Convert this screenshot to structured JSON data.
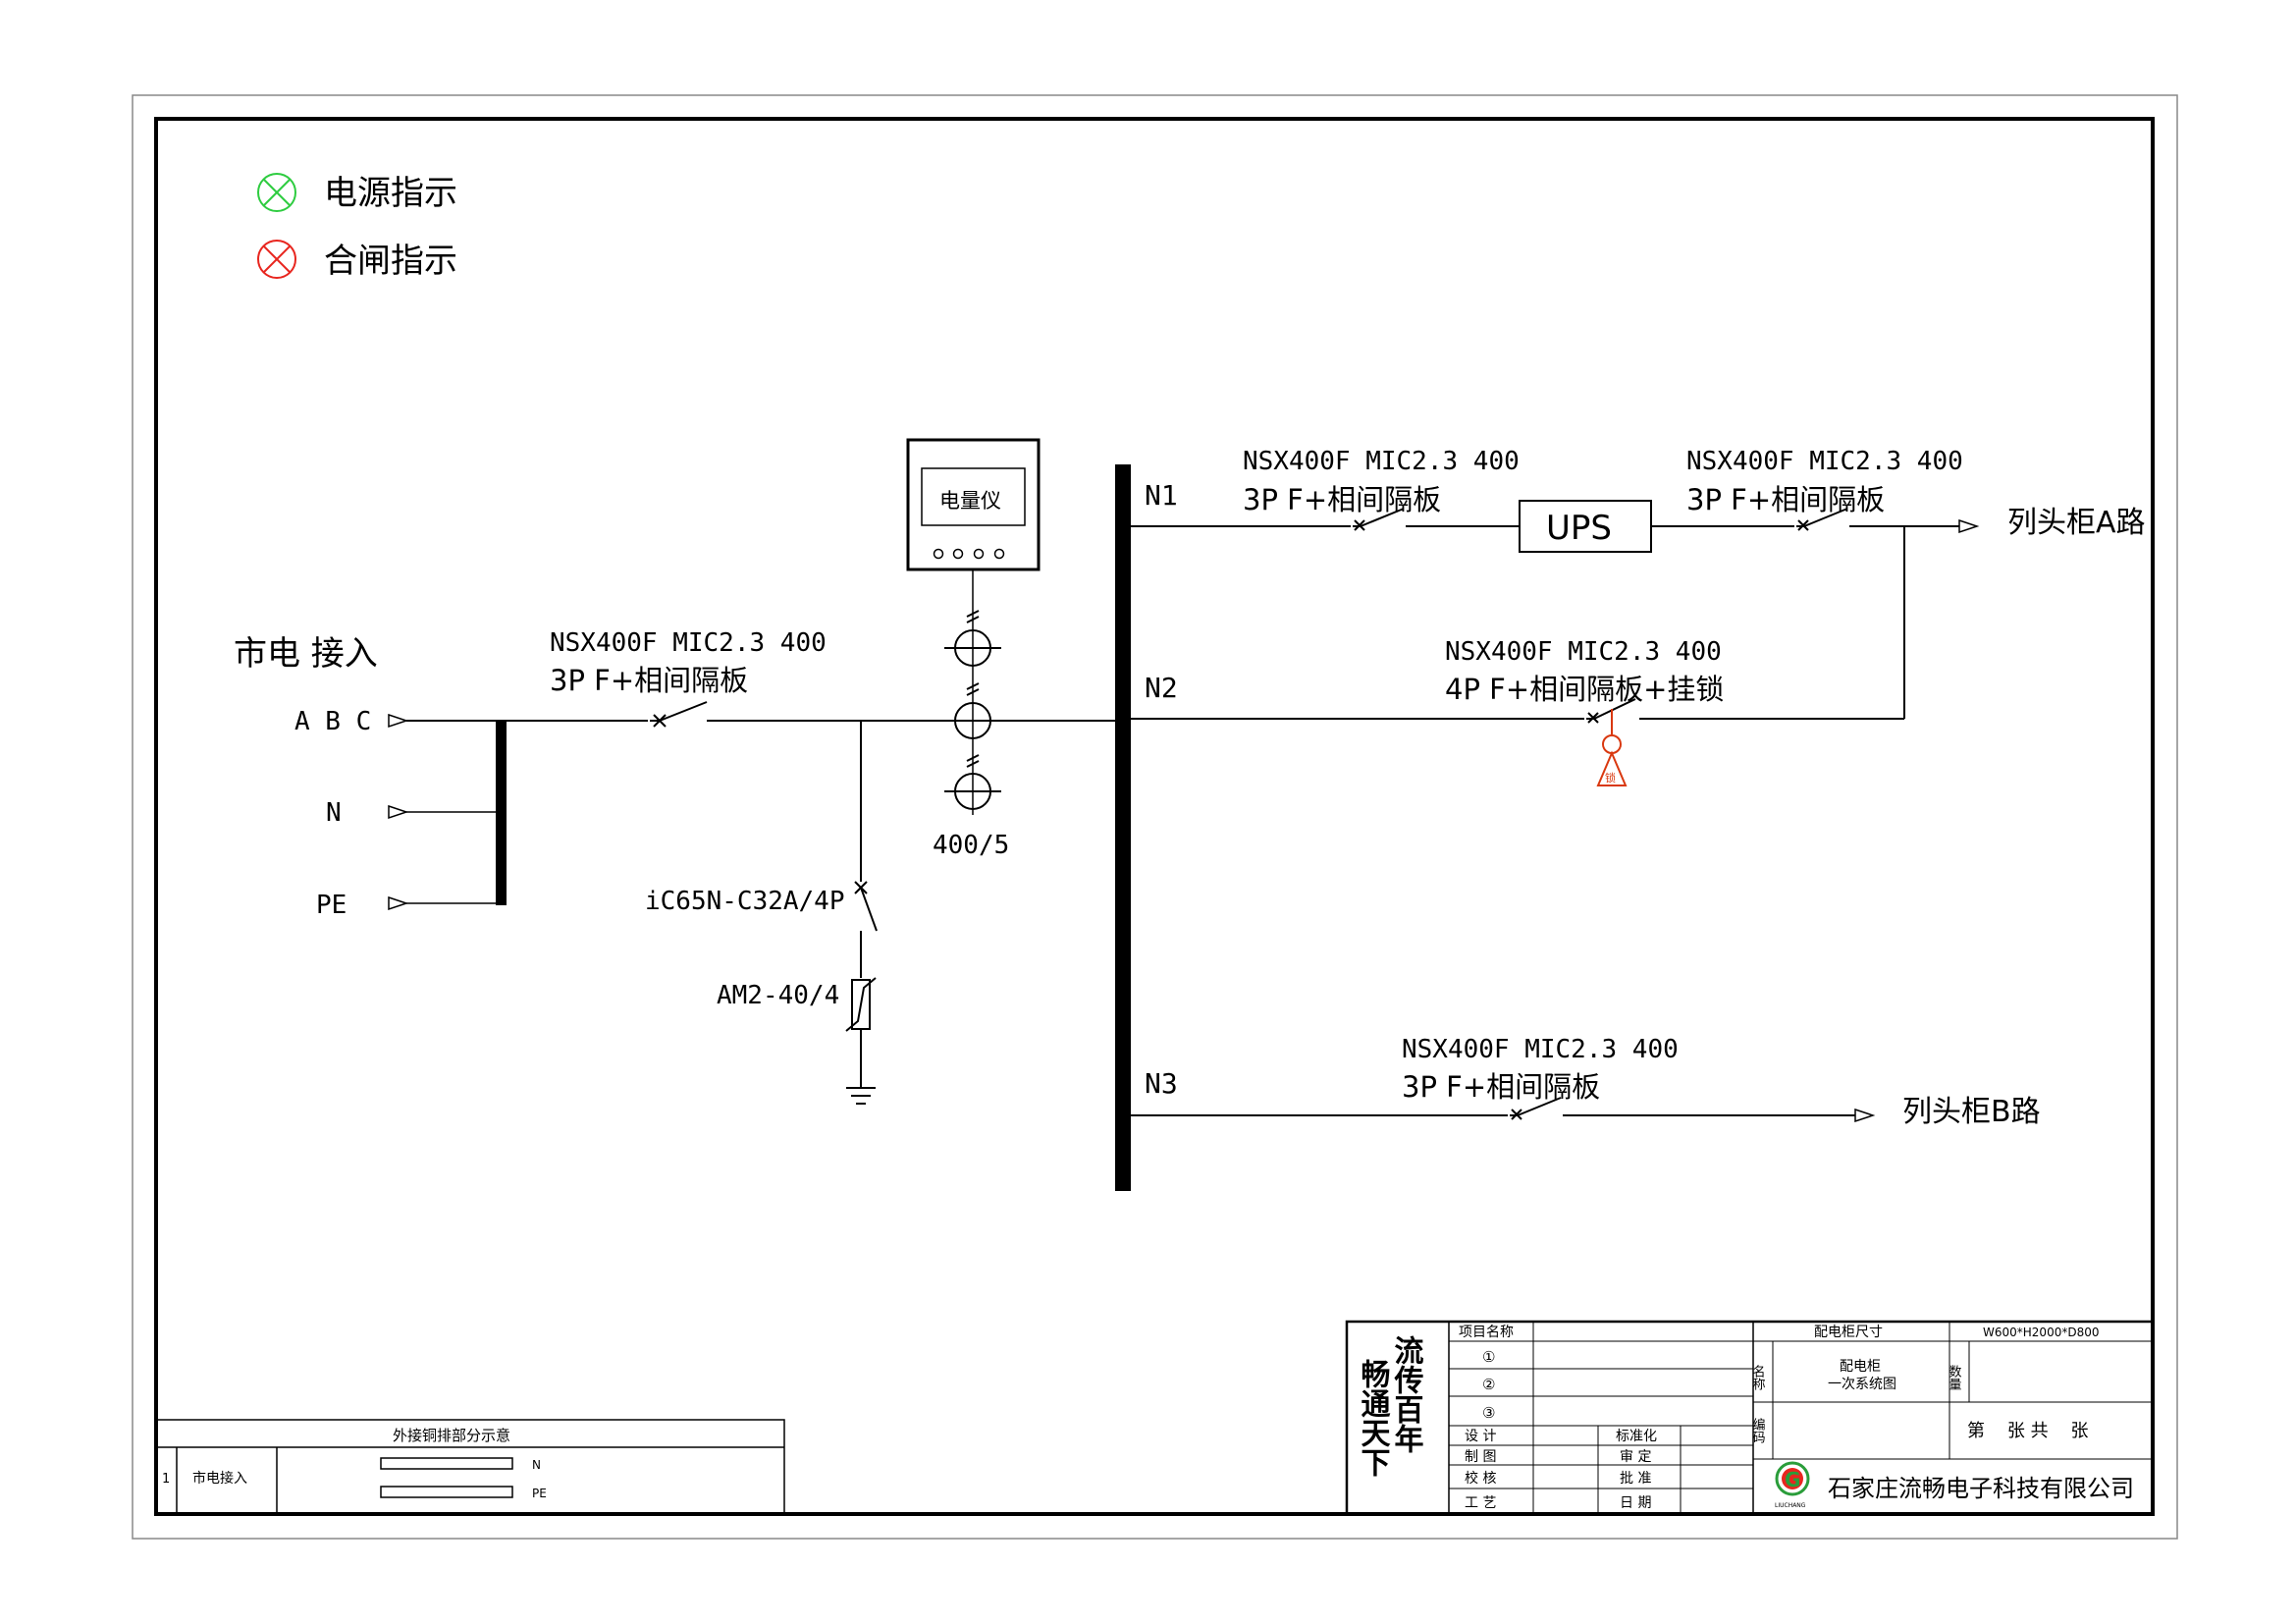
{
  "legend": {
    "power_indicator": "电源指示",
    "closing_indicator": "合闸指示",
    "power_color": "#2ecc40",
    "closing_color": "#e8261f"
  },
  "incoming": {
    "title": "市电 接入",
    "phase_abc": "A B C",
    "neutral": "N",
    "pe": "PE"
  },
  "main_breaker": {
    "model": "NSX400F MIC2.3 400",
    "spec": "3P F+相间隔板"
  },
  "meter": {
    "label": "电量仪",
    "ct_ratio": "400/5"
  },
  "spd_branch": {
    "breaker": "iC65N-C32A/4P",
    "arrester": "AM2-40/4"
  },
  "feeders": [
    {
      "id": "N1",
      "breaker_model": "NSX400F MIC2.3 400",
      "breaker_spec": "3P F+相间隔板",
      "ups_label": "UPS",
      "out_breaker_model": "NSX400F MIC2.3 400",
      "out_breaker_spec": "3P F+相间隔板",
      "destination": "列头柜A路"
    },
    {
      "id": "N2",
      "breaker_model": "NSX400F MIC2.3 400",
      "breaker_spec": "4P F+相间隔板+挂锁",
      "lock_label": "锁"
    },
    {
      "id": "N3",
      "breaker_model": "NSX400F MIC2.3 400",
      "breaker_spec": "3P F+相间隔板",
      "destination": "列头柜B路"
    }
  ],
  "busbar_table": {
    "title": "外接铜排部分示意",
    "row_no": "1",
    "row_name": "市电接入",
    "bar_n": "N",
    "bar_pe": "PE"
  },
  "title_block": {
    "slogan": [
      "流传百年",
      "畅通天下"
    ],
    "project_name": "项目名称",
    "items": [
      "①",
      "②",
      "③"
    ],
    "design": "设  计",
    "drawing": "制  图",
    "check": "校  核",
    "process": "工  艺",
    "standardize": "标准化",
    "review": "审  定",
    "approve": "批  准",
    "date": "日  期",
    "cabinet_size_label": "配电柜尺寸",
    "cabinet_size": "W600*H2000*D800",
    "name_label": "名称",
    "name_value": "配电柜",
    "name_value2": "一次系统图",
    "qty_label": "数量",
    "code_label": "编码",
    "sheet_info": "第    张 共    张",
    "company": "石家庄流畅电子科技有限公司",
    "logo_letter": "G",
    "logo_caption": "LIUCHANG",
    "logo_color": "#2a9d3a"
  }
}
